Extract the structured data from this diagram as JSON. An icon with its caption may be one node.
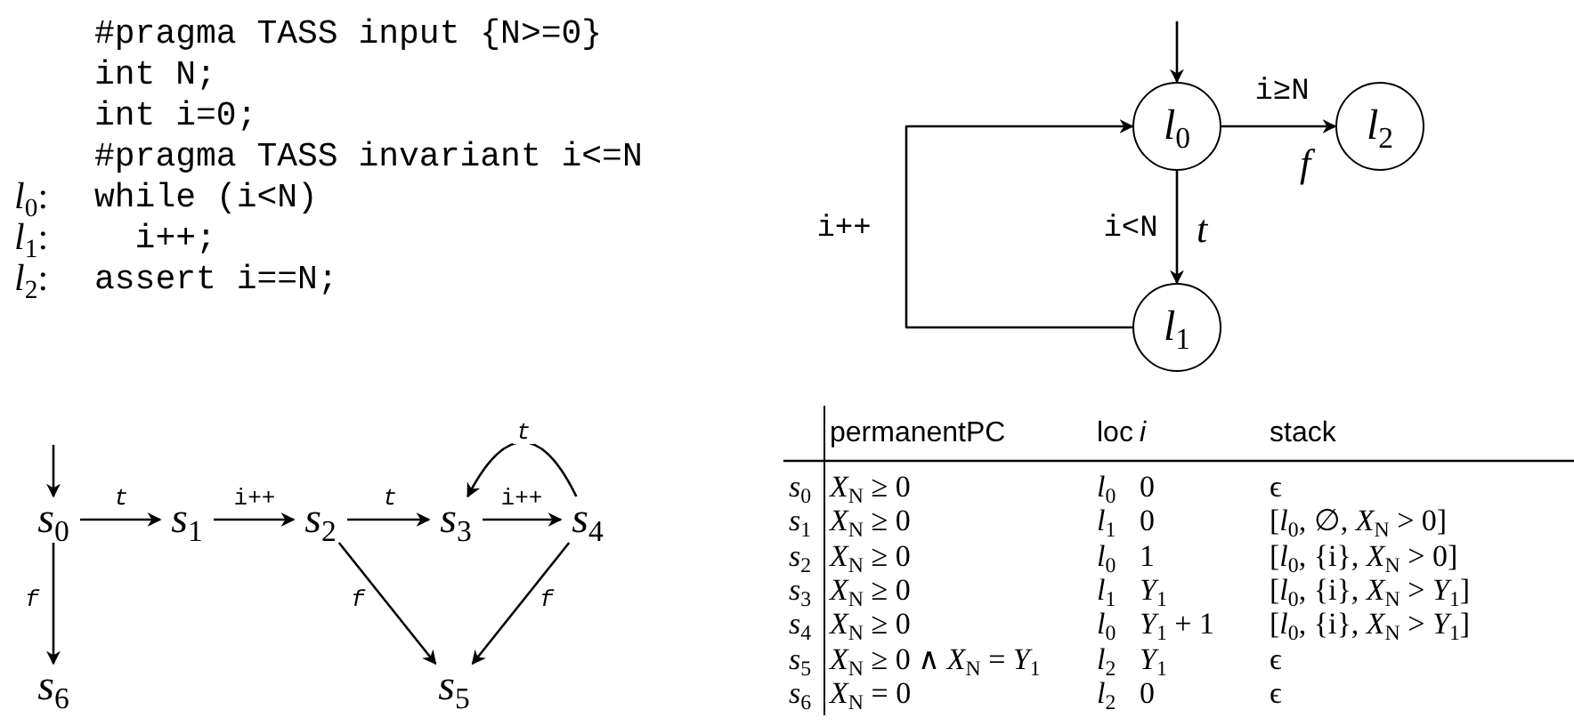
{
  "diagram": {
    "nodes": [
      {
        "text": [
          "*l*$_{0}$"
        ]
      },
      {
        "text": [
          "*l*$_{1}$"
        ]
      },
      {
        "text": [
          "*l*$_{2}$"
        ]
      },
      {
        "text": [
          "*s*$_{0}$"
        ]
      },
      {
        "text": [
          "*s*$_{1}$"
        ]
      },
      {
        "text": [
          "*s*$_{2}$"
        ]
      },
      {
        "text": [
          "*s*$_{3}$"
        ]
      },
      {
        "text": [
          "*s*$_{4}$"
        ]
      },
      {
        "text": [
          "*s*$_{5}$"
        ]
      },
      {
        "text": [
          "*s*$_{6}$"
        ]
      }
    ],
    "edges": [
      {
        "from": null,
        "to": 0,
        "arrow": "to"
      },
      {
        "from": 0,
        "to": 2,
        "arrow": "to",
        "label": "i≥N"
      },
      {
        "from": 0,
        "to": 1,
        "arrow": "to",
        "label": "i<N"
      },
      {
        "from": 1,
        "to": 0,
        "arrow": "to",
        "label": "i++"
      },
      {
        "from": null,
        "to": 3,
        "arrow": "to"
      },
      {
        "from": 3,
        "to": 4,
        "arrow": "to",
        "label": "*t*"
      },
      {
        "from": 4,
        "to": 5,
        "arrow": "to",
        "label": "i++"
      },
      {
        "from": 5,
        "to": 6,
        "arrow": "to",
        "label": "*t*"
      },
      {
        "from": 6,
        "to": 7,
        "arrow": "to",
        "label": "i++"
      },
      {
        "from": 7,
        "to": 6,
        "arrow": "to",
        "label": "*t*"
      },
      {
        "from": 3,
        "to": 9,
        "arrow": "to",
        "label": "*f*"
      },
      {
        "from": 5,
        "to": 8,
        "arrow": "to",
        "label": "*f*"
      },
      {
        "from": 7,
        "to": 8,
        "arrow": "to",
        "label": "*f*"
      }
    ],
    "labels": [
      "#pragma TASS input {N>=0}",
      "int N;",
      "int i=0;",
      "#pragma TASS invariant i<=N",
      "*l*$_{0}$:",
      "while (i<N)",
      "*l*$_{1}$:",
      "  i++;",
      "*l*$_{2}$:",
      "assert i==N;",
      "*f*",
      "*t*",
      "permanentPC",
      "loc",
      "*i*",
      "stack",
      "*s*$_{0}$",
      "*X*$_{N}$ ≥ 0",
      "*l*$_{0}$",
      "0",
      "ϵ",
      "*s*$_{1}$",
      "*X*$_{N}$ ≥ 0",
      "*l*$_{1}$",
      "0",
      "[*l*$_{0}$, ∅, *X*$_{N}$ > 0]",
      "*s*$_{2}$",
      "*X*$_{N}$ ≥ 0",
      "*l*$_{0}$",
      "1",
      "[*l*$_{0}$, {i}, *X*$_{N}$ > 0]",
      "*s*$_{3}$",
      "*X*$_{N}$ ≥ 0",
      "*l*$_{1}$",
      "*Y*$_{1}$",
      "[*l*$_{0}$, {i}, *X*$_{N}$ > *Y*$_{1}$]",
      "*s*$_{4}$",
      "*X*$_{N}$ ≥ 0",
      "*l*$_{0}$",
      "*Y*$_{1}$ + 1",
      "[*l*$_{0}$, {i}, *X*$_{N}$ > *Y*$_{1}$]",
      "*s*$_{5}$",
      "*X*$_{N}$ ≥ 0 ∧ *X*$_{N}$ = *Y*$_{1}$",
      "*l*$_{2}$",
      "*Y*$_{1}$",
      "ϵ",
      "*s*$_{6}$",
      "*X*$_{N}$ = 0",
      "*l*$_{2}$",
      "0",
      "ϵ"
    ]
  }
}
